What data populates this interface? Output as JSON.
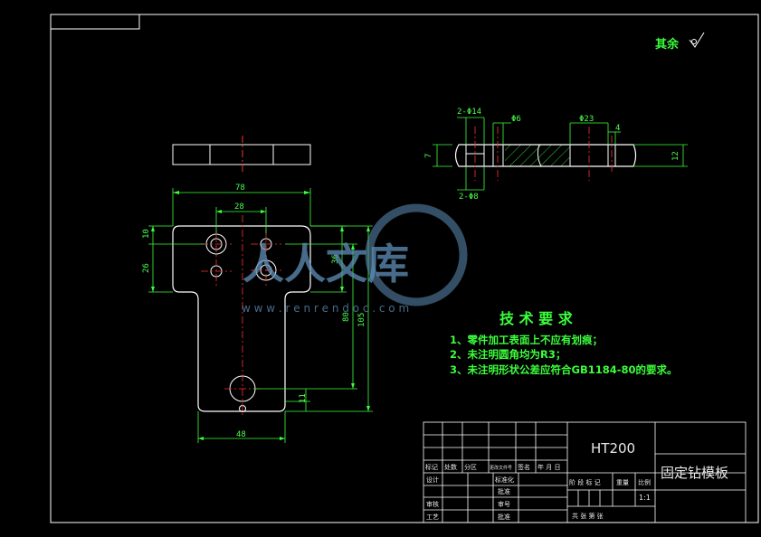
{
  "colors": {
    "background": "#000000",
    "outline": "#ffffff",
    "dimension": "#3cff3c",
    "center_line": "#ff3030",
    "watermark": "#5f8fb8"
  },
  "surface_note": "其余",
  "front_view": {
    "overall_width": "78",
    "hole_spacing": "28",
    "dim_10": "10",
    "dim_26": "26",
    "dim_36": "36",
    "dim_80": "80",
    "dim_105": "105",
    "dim_11": "11",
    "bottom_width": "48"
  },
  "section_view": {
    "counterbore": "2-Φ14",
    "hole_6": "Φ6",
    "hole_23": "Φ23",
    "dim_4": "4",
    "dim_7": "7",
    "dim_12": "12",
    "hole_8": "2-Φ8"
  },
  "tech_req": {
    "title": "技 术 要 求",
    "items": [
      "1、零件加工表面上不应有划痕；",
      "2、未注明圆角均为R3；",
      "3、未注明形状公差应符合GB1184-80的要求。"
    ]
  },
  "title_block": {
    "material": "HT200",
    "part_name": "固定钻模板",
    "scale": "1:1",
    "rev_labels": [
      "标记",
      "处数",
      "分区",
      "更改文件号",
      "签名",
      "年 月 日"
    ],
    "left_labels": [
      "设计",
      "审核",
      "工艺"
    ],
    "mid_labels": [
      "标准化",
      "批准",
      "审号",
      "批准"
    ],
    "stage_labels": [
      "阶 段 标 记",
      "重量",
      "比例"
    ],
    "sheet_label": "共  张  第  张"
  },
  "watermark": {
    "text": "人人文库",
    "url": "w w w . r e n r e n d o c . c o m"
  }
}
